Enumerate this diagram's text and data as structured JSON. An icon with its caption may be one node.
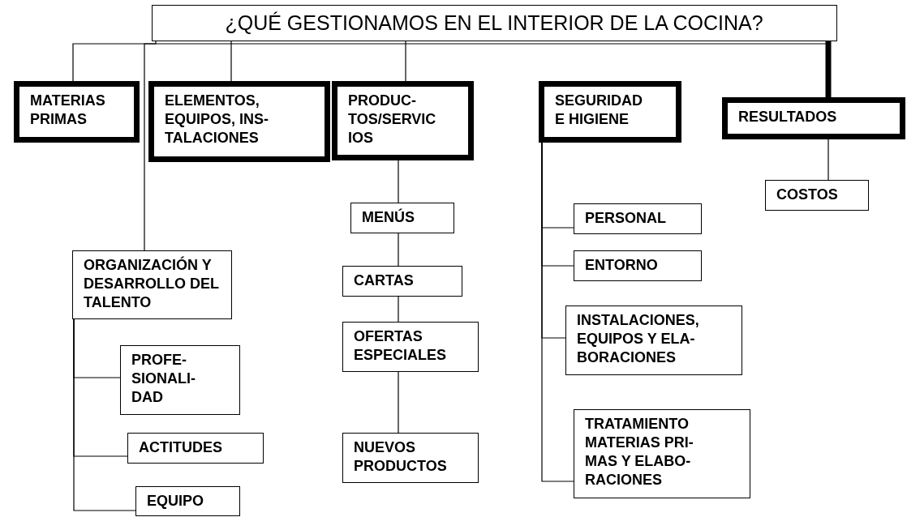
{
  "diagram": {
    "nodes": [
      {
        "text": [
          "¿QUÉ GESTIONAMOS EN EL INTERIOR DE LA COCINA?"
        ]
      },
      {
        "text": [
          "MATERIAS PRIMAS"
        ]
      },
      {
        "text": [
          "ELEMENTOS, EQUIPOS, INS- TALACIONES"
        ]
      },
      {
        "text": [
          "PRODUC- TOS/SERVIC IOS"
        ]
      },
      {
        "text": [
          "SEGURIDAD E HIGIENE"
        ]
      },
      {
        "text": [
          "RESULTADOS"
        ]
      },
      {
        "text": [
          "COSTOS"
        ]
      },
      {
        "text": [
          "MENÚS"
        ]
      },
      {
        "text": [
          "PERSONAL"
        ]
      },
      {
        "text": [
          "ORGANIZACIÓN Y DESARROLLO DEL TALENTO"
        ]
      },
      {
        "text": [
          "ENTORNO"
        ]
      },
      {
        "text": [
          "CARTAS"
        ]
      },
      {
        "text": [
          "OFERTAS ESPECIALES"
        ]
      },
      {
        "text": [
          "INSTALACIONES, EQUIPOS Y ELA- BORACIONES"
        ]
      },
      {
        "text": [
          "PROFE- SIONALI- DAD"
        ]
      },
      {
        "text": [
          "ACTITUDES"
        ]
      },
      {
        "text": [
          "NUEVOS PRODUCTOS"
        ]
      },
      {
        "text": [
          "TRATAMIENTO MATERIAS PRI- MAS Y ELABO- RACIONES"
        ]
      },
      {
        "text": [
          "EQUIPO"
        ]
      }
    ],
    "edges": [
      {
        "from": 0,
        "to": 1,
        "arrow": "none"
      },
      {
        "from": 0,
        "to": 9,
        "arrow": "none"
      },
      {
        "from": 0,
        "to": 2,
        "arrow": "none"
      },
      {
        "from": 0,
        "to": 3,
        "arrow": "none"
      },
      {
        "from": 0,
        "to": 5,
        "arrow": "none",
        "style": "thick"
      },
      {
        "from": 5,
        "to": 6,
        "arrow": "none"
      },
      {
        "from": 3,
        "to": 7,
        "arrow": "none"
      },
      {
        "from": 7,
        "to": 11,
        "arrow": "none"
      },
      {
        "from": 11,
        "to": 12,
        "arrow": "none"
      },
      {
        "from": 12,
        "to": 16,
        "arrow": "none"
      },
      {
        "from": 4,
        "to": 8,
        "arrow": "none"
      },
      {
        "from": 4,
        "to": 10,
        "arrow": "none"
      },
      {
        "from": 4,
        "to": 13,
        "arrow": "none"
      },
      {
        "from": 4,
        "to": 17,
        "arrow": "none"
      },
      {
        "from": 9,
        "to": 14,
        "arrow": "none"
      },
      {
        "from": 9,
        "to": 15,
        "arrow": "none"
      },
      {
        "from": 9,
        "to": 18,
        "arrow": "none"
      }
    ]
  }
}
